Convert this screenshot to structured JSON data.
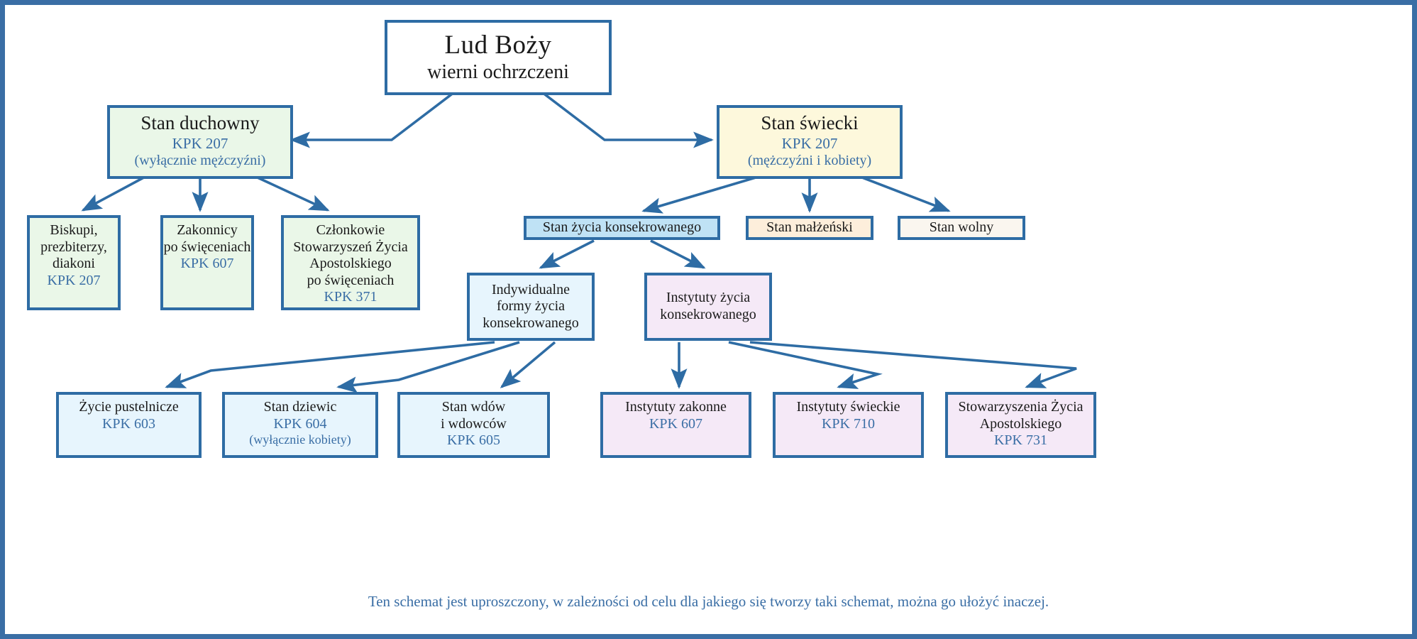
{
  "diagram": {
    "title": "Lud Boży",
    "frame_color": "#3a6ea5",
    "edge_color": "#2e6ca4",
    "nodes": {
      "root": {
        "title": "Lud Boży",
        "subtitle": "wierni ochrzczeni",
        "fill": "#ffffff"
      },
      "clergy": {
        "title": "Stan duchowny",
        "kpk": "KPK 207",
        "note": "(wyłącznie mężczyźni)",
        "fill": "#eaf7e8"
      },
      "lay": {
        "title": "Stan świecki",
        "kpk": "KPK 207",
        "note": "(mężczyźni i kobiety)",
        "fill": "#fdf8dc"
      },
      "bishops": {
        "title": "Biskupi,\nprezbiterzy,\ndiakoni",
        "kpk": "KPK 207",
        "fill": "#eaf7e8"
      },
      "religious": {
        "title": "Zakonnicy\npo święceniach",
        "kpk": "KPK 607",
        "fill": "#eaf7e8"
      },
      "societies": {
        "title": "Członkowie\nStowarzyszeń Życia\nApostolskiego\npo święceniach",
        "kpk": "KPK 371",
        "fill": "#eaf7e8"
      },
      "consecrated": {
        "title": "Stan życia konsekrowanego",
        "fill": "#bfe2f5"
      },
      "marriage": {
        "title": "Stan małżeński",
        "fill": "#fdeedb"
      },
      "single": {
        "title": "Stan wolny",
        "fill": "#faf6ef"
      },
      "individual": {
        "title": "Indywidualne\nformy życia\nkonsekrowanego",
        "fill": "#e7f5fd"
      },
      "institutes": {
        "title": "Instytuty życia\nkonsekrowanego",
        "fill": "#f5e9f7"
      },
      "hermit": {
        "title": "Życie pustelnicze",
        "kpk": "KPK 603",
        "fill": "#e7f5fd"
      },
      "virgins": {
        "title": "Stan dziewic",
        "kpk": "KPK 604",
        "note": "(wyłącznie kobiety)",
        "fill": "#e7f5fd"
      },
      "widows": {
        "title": "Stan wdów\ni wdowców",
        "kpk": "KPK 605",
        "fill": "#e7f5fd"
      },
      "relinst": {
        "title": "Instytuty zakonne",
        "kpk": "KPK 607",
        "fill": "#f5e9f7"
      },
      "secinst": {
        "title": "Instytuty świeckie",
        "kpk": "KPK 710",
        "fill": "#f5e9f7"
      },
      "apostolic": {
        "title": "Stowarzyszenia Życia\nApostolskiego",
        "kpk": "KPK 731",
        "fill": "#f5e9f7"
      }
    },
    "caption": "Ten schemat jest uproszczony, w zależności od celu dla jakiego się tworzy taki schemat, można go ułożyć inaczej."
  }
}
